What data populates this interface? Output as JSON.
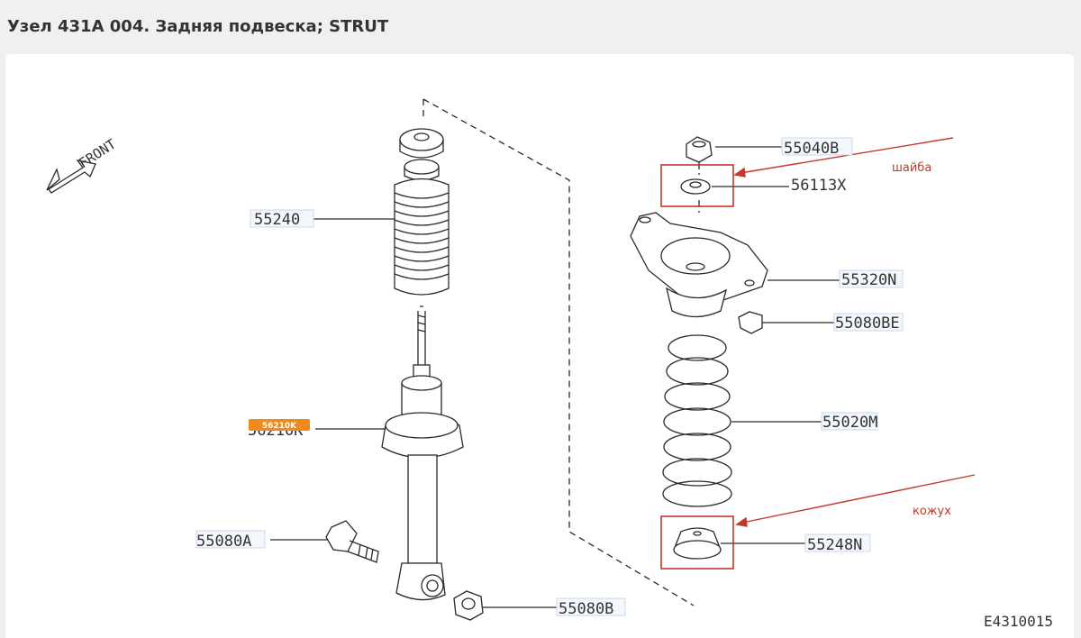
{
  "page": {
    "title": "Узел 431A 004. Задняя подвеска; STRUT"
  },
  "diagram": {
    "front_label": "FRONT",
    "figure_code": "E4310015",
    "highlighted_part": "56210K",
    "parts": {
      "p55240": "55240",
      "p56210K": "56210K",
      "p55080A": "55080A",
      "p55080B": "55080B",
      "p55040B": "55040B",
      "p56113X": "56113X",
      "p55320N": "55320N",
      "p55080BE": "55080BE",
      "p55020M": "55020M",
      "p55248N": "55248N"
    },
    "annotations": {
      "washer": "шайба",
      "cover": "кожух"
    },
    "colors": {
      "annotation": "#c0392b",
      "highlight_badge": "#f08a1c",
      "label_box": "#c8d8ea"
    }
  }
}
